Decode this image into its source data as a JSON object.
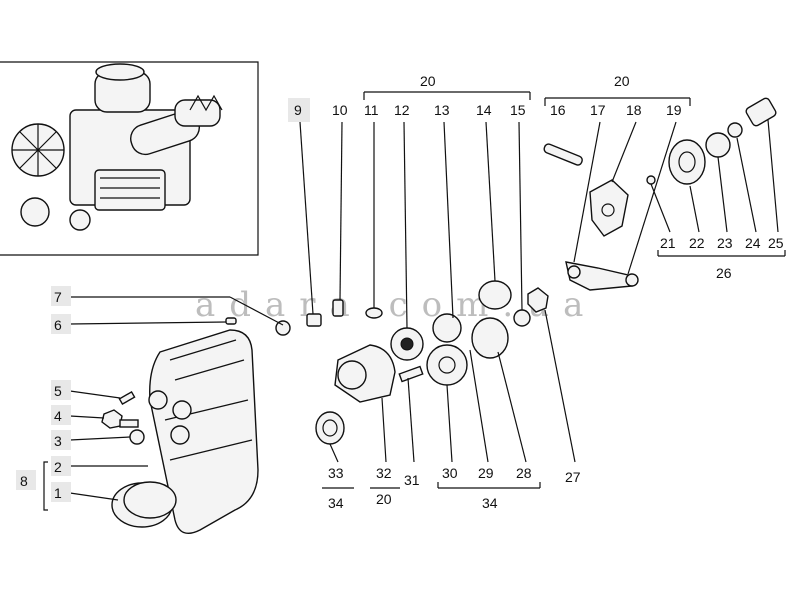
{
  "diagram": {
    "watermark": "adara.com.ua",
    "callouts": {
      "c1": "1",
      "c2": "2",
      "c3": "3",
      "c4": "4",
      "c5": "5",
      "c6": "6",
      "c7": "7",
      "c8": "8",
      "c9": "9",
      "c10": "10",
      "c11": "11",
      "c12": "12",
      "c13": "13",
      "c14": "14",
      "c15": "15",
      "c16": "16",
      "c17": "17",
      "c18": "18",
      "c19": "19",
      "c20a": "20",
      "c20b": "20",
      "c20c": "20",
      "c21": "21",
      "c22": "22",
      "c23": "23",
      "c24": "24",
      "c25": "25",
      "c26": "26",
      "c27": "27",
      "c28": "28",
      "c29": "29",
      "c30": "30",
      "c31": "31",
      "c32": "32",
      "c33": "33",
      "c34a": "34",
      "c34b": "34"
    }
  }
}
